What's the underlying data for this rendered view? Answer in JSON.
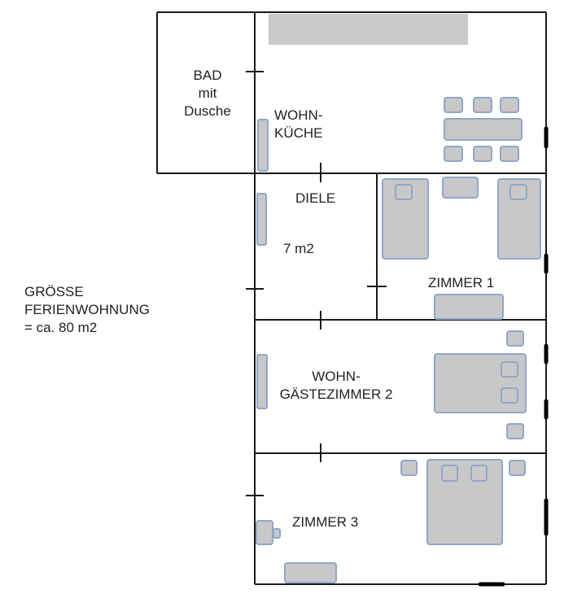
{
  "title": "GRÖSSE FERIENWOHNUNG = ca. 80 m2",
  "summary": {
    "line1": "GRÖSSE",
    "line2": "FERIENWOHNUNG",
    "line3": "= ca. 80 m2"
  },
  "rooms": {
    "bad": {
      "line1": "BAD",
      "line2": "mit",
      "line3": "Dusche"
    },
    "wohnkueche": {
      "line1": "WOHN-",
      "line2": "KÜCHE"
    },
    "diele": {
      "name": "DIELE",
      "area": "7 m2"
    },
    "zimmer1": {
      "name": "ZIMMER 1"
    },
    "zimmer2": {
      "line1": "WOHN-",
      "line2": "GÄSTEZIMMER 2"
    },
    "zimmer3": {
      "name": "ZIMMER 3"
    }
  },
  "colors": {
    "wall": "#1a1a1a",
    "furniture_fill": "#c8c8c8",
    "furniture_stroke": "#8fa8c8",
    "counter_fill": "#c9c9c9"
  }
}
